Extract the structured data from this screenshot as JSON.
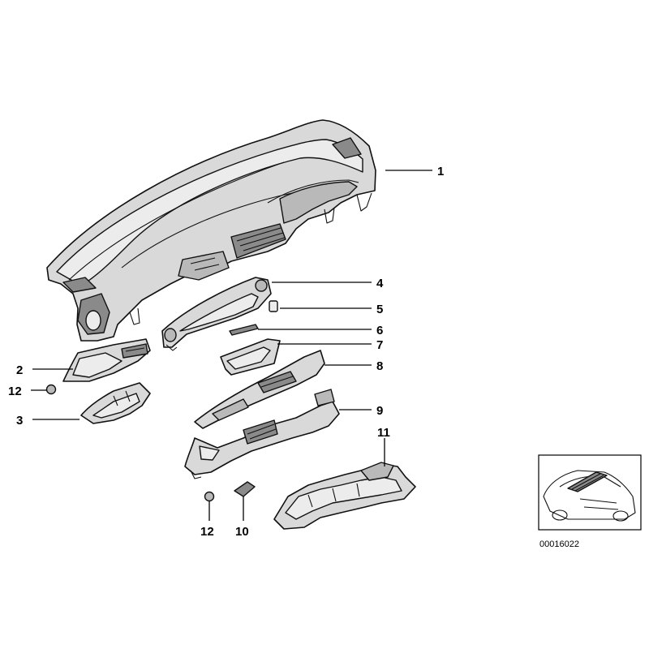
{
  "diagram": {
    "callouts": {
      "c1": "1",
      "c2": "2",
      "c3": "3",
      "c4": "4",
      "c5": "5",
      "c6": "6",
      "c7": "7",
      "c8": "8",
      "c9": "9",
      "c10": "10",
      "c11": "11",
      "c12a": "12",
      "c12b": "12"
    },
    "doc_number": "00016022"
  }
}
